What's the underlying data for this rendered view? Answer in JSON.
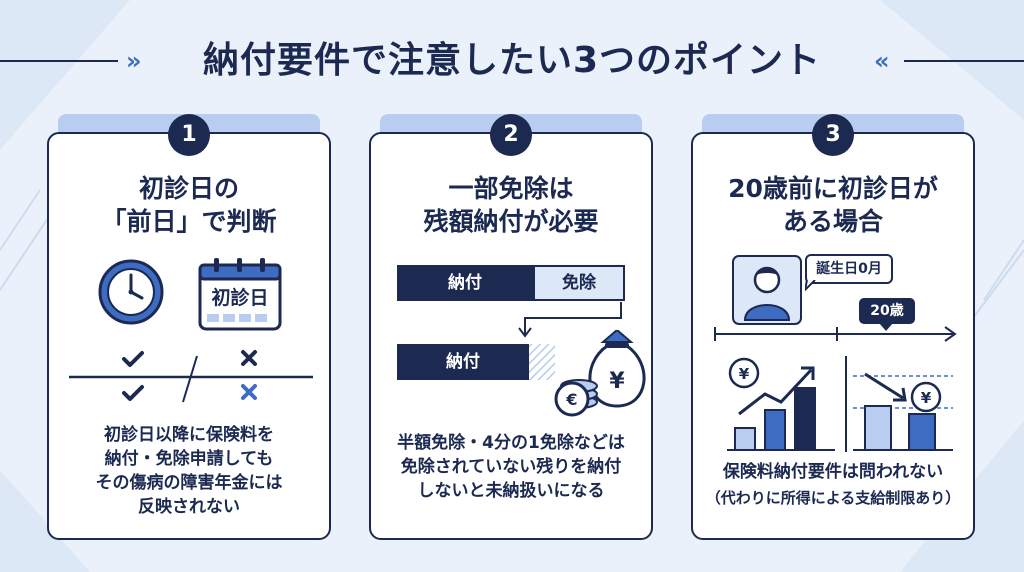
{
  "title": "納付要件で注意したい3つのポイント",
  "colors": {
    "navy": "#1c2a52",
    "blue": "#3e6cc2",
    "light_blue": "#b8cdef",
    "pale_blue": "#dce7f7",
    "background": "#eaf1fb"
  },
  "cards": [
    {
      "number": "1",
      "heading_line1": "初診日の",
      "heading_line2": "「前日」で判断",
      "calendar_label": "初診日",
      "icons": [
        "clock-icon",
        "calendar-icon",
        "check-icon",
        "cross-icon"
      ],
      "desc_line1": "初診日以降に保険料を",
      "desc_line2": "納付・免除申請しても",
      "desc_line3": "その傷病の障害年金には",
      "desc_line4": "反映されない"
    },
    {
      "number": "2",
      "heading_line1": "一部免除は",
      "heading_line2": "残額納付が必要",
      "bar_paid": "納付",
      "bar_exempt": "免除",
      "bar2_paid": "納付",
      "icons": [
        "money-bag-yen-icon",
        "euro-coin-icon",
        "arrow-down-icon"
      ],
      "desc_line1": "半額免除・4分の1免除などは",
      "desc_line2": "免除されていない残りを納付",
      "desc_line3": "しないと未納扱いになる"
    },
    {
      "number": "3",
      "heading_line1": "20歳前に初診日が",
      "heading_line2": "ある場合",
      "bubble_birth": "誕生日0月",
      "bubble_age": "20歳",
      "icons": [
        "person-icon",
        "yen-coin-icon",
        "trend-up-arrow-icon",
        "trend-down-arrow-icon"
      ],
      "desc_line1": "保険料納付要件は問われない",
      "desc_line2": "（代わりに所得による支給制限あり）"
    }
  ]
}
